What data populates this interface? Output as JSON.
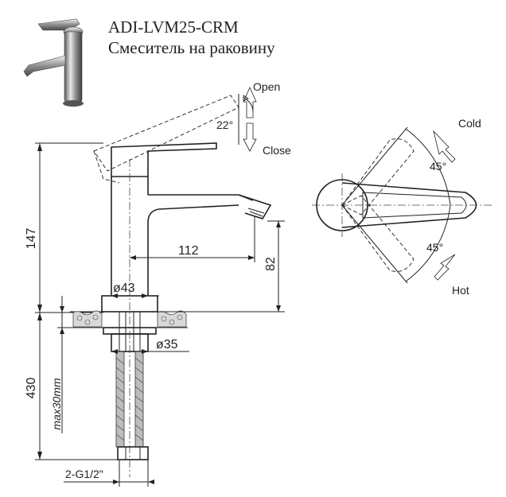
{
  "product": {
    "model": "ADI-LVM25-CRM",
    "description": "Смеситель на раковину"
  },
  "dimensions": {
    "height_above": "147",
    "height_below": "430",
    "spout_reach": "112",
    "spout_height": "82",
    "body_diameter": "ø43",
    "mount_diameter": "ø35",
    "max_thickness": "max30mm",
    "hose_thread": "2-G1/2\""
  },
  "lever": {
    "open_label": "Open",
    "close_label": "Close",
    "tilt_angle": "22°",
    "cold_label": "Cold",
    "hot_label": "Hot",
    "cold_angle": "45°",
    "hot_angle": "45°"
  }
}
